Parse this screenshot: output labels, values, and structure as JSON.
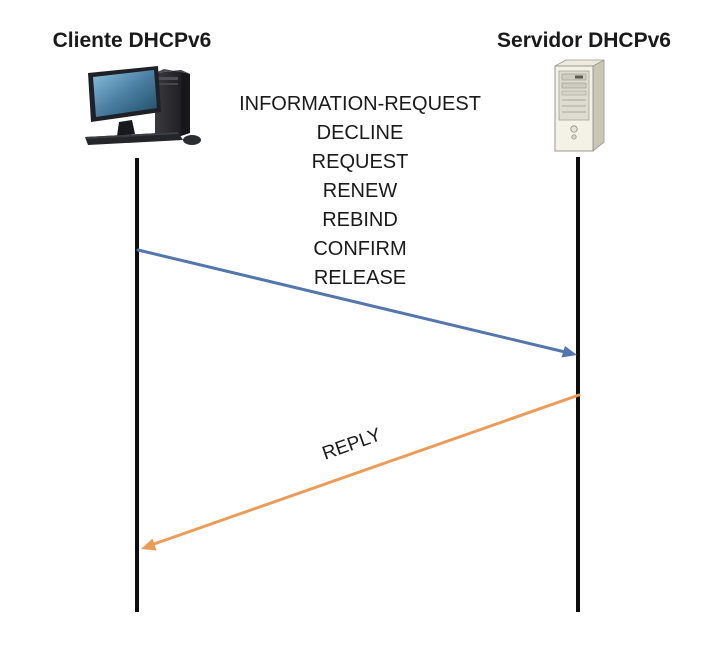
{
  "actors": {
    "client": {
      "title": "Cliente DHCPv6",
      "icon": "desktop-computer-icon"
    },
    "server": {
      "title": "Servidor DHCPv6",
      "icon": "server-tower-icon"
    }
  },
  "messages": {
    "client_to_server": {
      "labels": [
        "INFORMATION-REQUEST",
        "DECLINE",
        "REQUEST",
        "RENEW",
        "REBIND",
        "CONFIRM",
        "RELEASE"
      ],
      "arrow_color": "#5377AC",
      "direction": "client-to-server"
    },
    "server_to_client": {
      "label": "REPLY",
      "arrow_color": "#ED9C57",
      "direction": "server-to-client"
    }
  },
  "colors": {
    "lifeline": "#0D0D0D",
    "text": "#1A1A1A",
    "background": "#FFFFFF",
    "client_screen_top": "#6FA8CC",
    "client_screen_bottom": "#1F4A63",
    "server_body": "#F4F2E7"
  }
}
